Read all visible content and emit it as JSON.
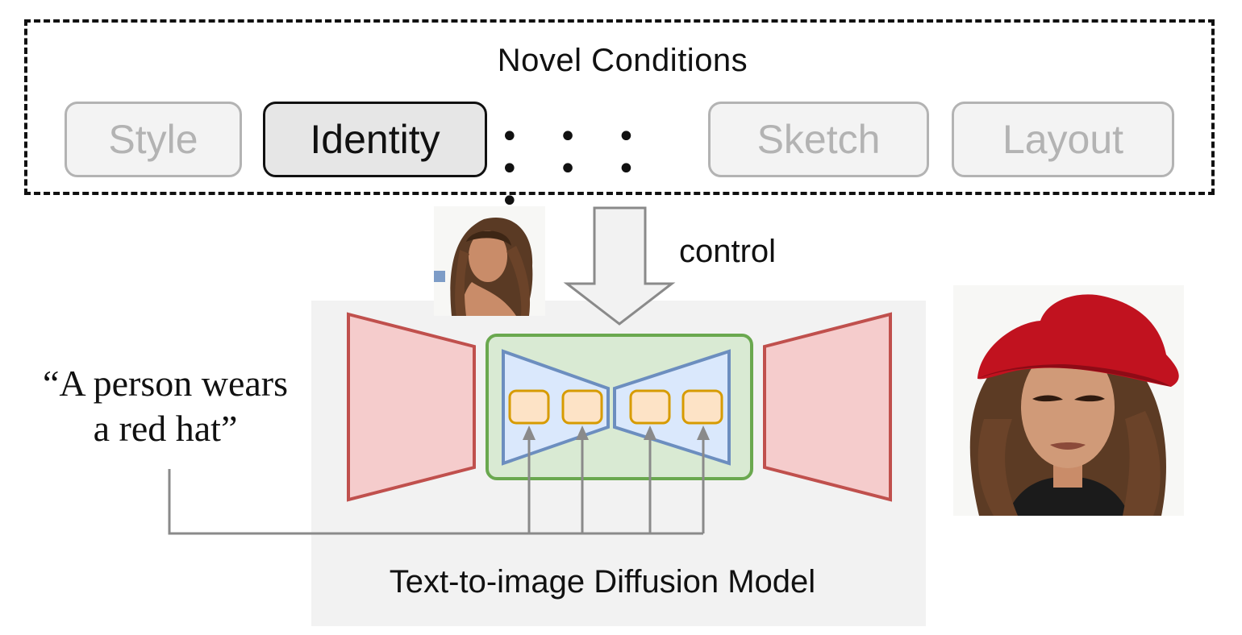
{
  "conditions": {
    "title": "Novel Conditions",
    "chips": [
      {
        "label": "Style",
        "active": false
      },
      {
        "label": "Identity",
        "active": true
      },
      {
        "label": "Sketch",
        "active": false
      },
      {
        "label": "Layout",
        "active": false
      }
    ],
    "ellipsis": "• • • • • • •"
  },
  "control_label": "control",
  "prompt": {
    "line1": "“A person wears",
    "line2": "a red hat”"
  },
  "model_label": "Text-to-image Diffusion Model",
  "colors": {
    "unet_outer_fill": "#f5cccc",
    "unet_outer_stroke": "#c0504d",
    "control_box_fill": "#d9ead3",
    "control_box_stroke": "#6aa84f",
    "inner_fill": "#dae8fc",
    "inner_stroke": "#6c8ebf",
    "block_fill": "#fde3c6",
    "block_stroke": "#d79b00",
    "arrow": "#7f7f7f",
    "hat": "#c1121f"
  },
  "images": {
    "reference": "identity-reference-photo",
    "output": "generated-photo-red-hat"
  }
}
